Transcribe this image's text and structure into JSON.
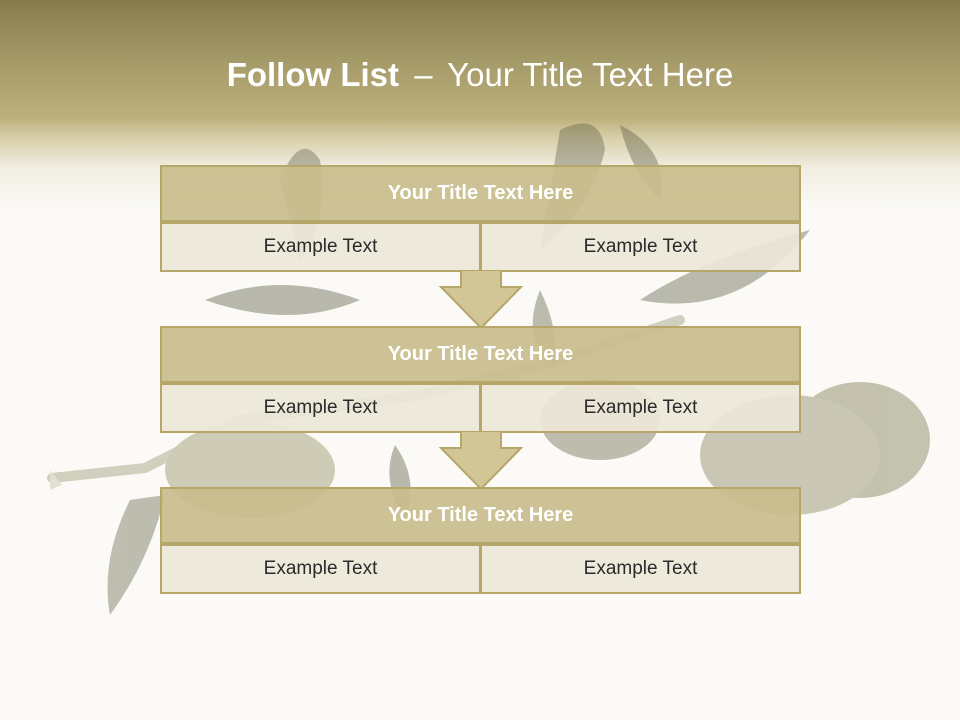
{
  "slide": {
    "title_bold": "Follow List",
    "title_separator": "–",
    "title_rest": "Your Title Text Here",
    "colors": {
      "header": "#a49a68",
      "box_title": "#c8bd8c",
      "box_cell": "#ece7d8",
      "border": "#b5a66a",
      "arrow": "#d2c696"
    }
  },
  "steps": [
    {
      "title": "Your Title Text Here",
      "left": "Example Text",
      "right": "Example Text"
    },
    {
      "title": "Your Title Text Here",
      "left": "Example Text",
      "right": "Example Text"
    },
    {
      "title": "Your Title Text Here",
      "left": "Example Text",
      "right": "Example Text"
    }
  ]
}
